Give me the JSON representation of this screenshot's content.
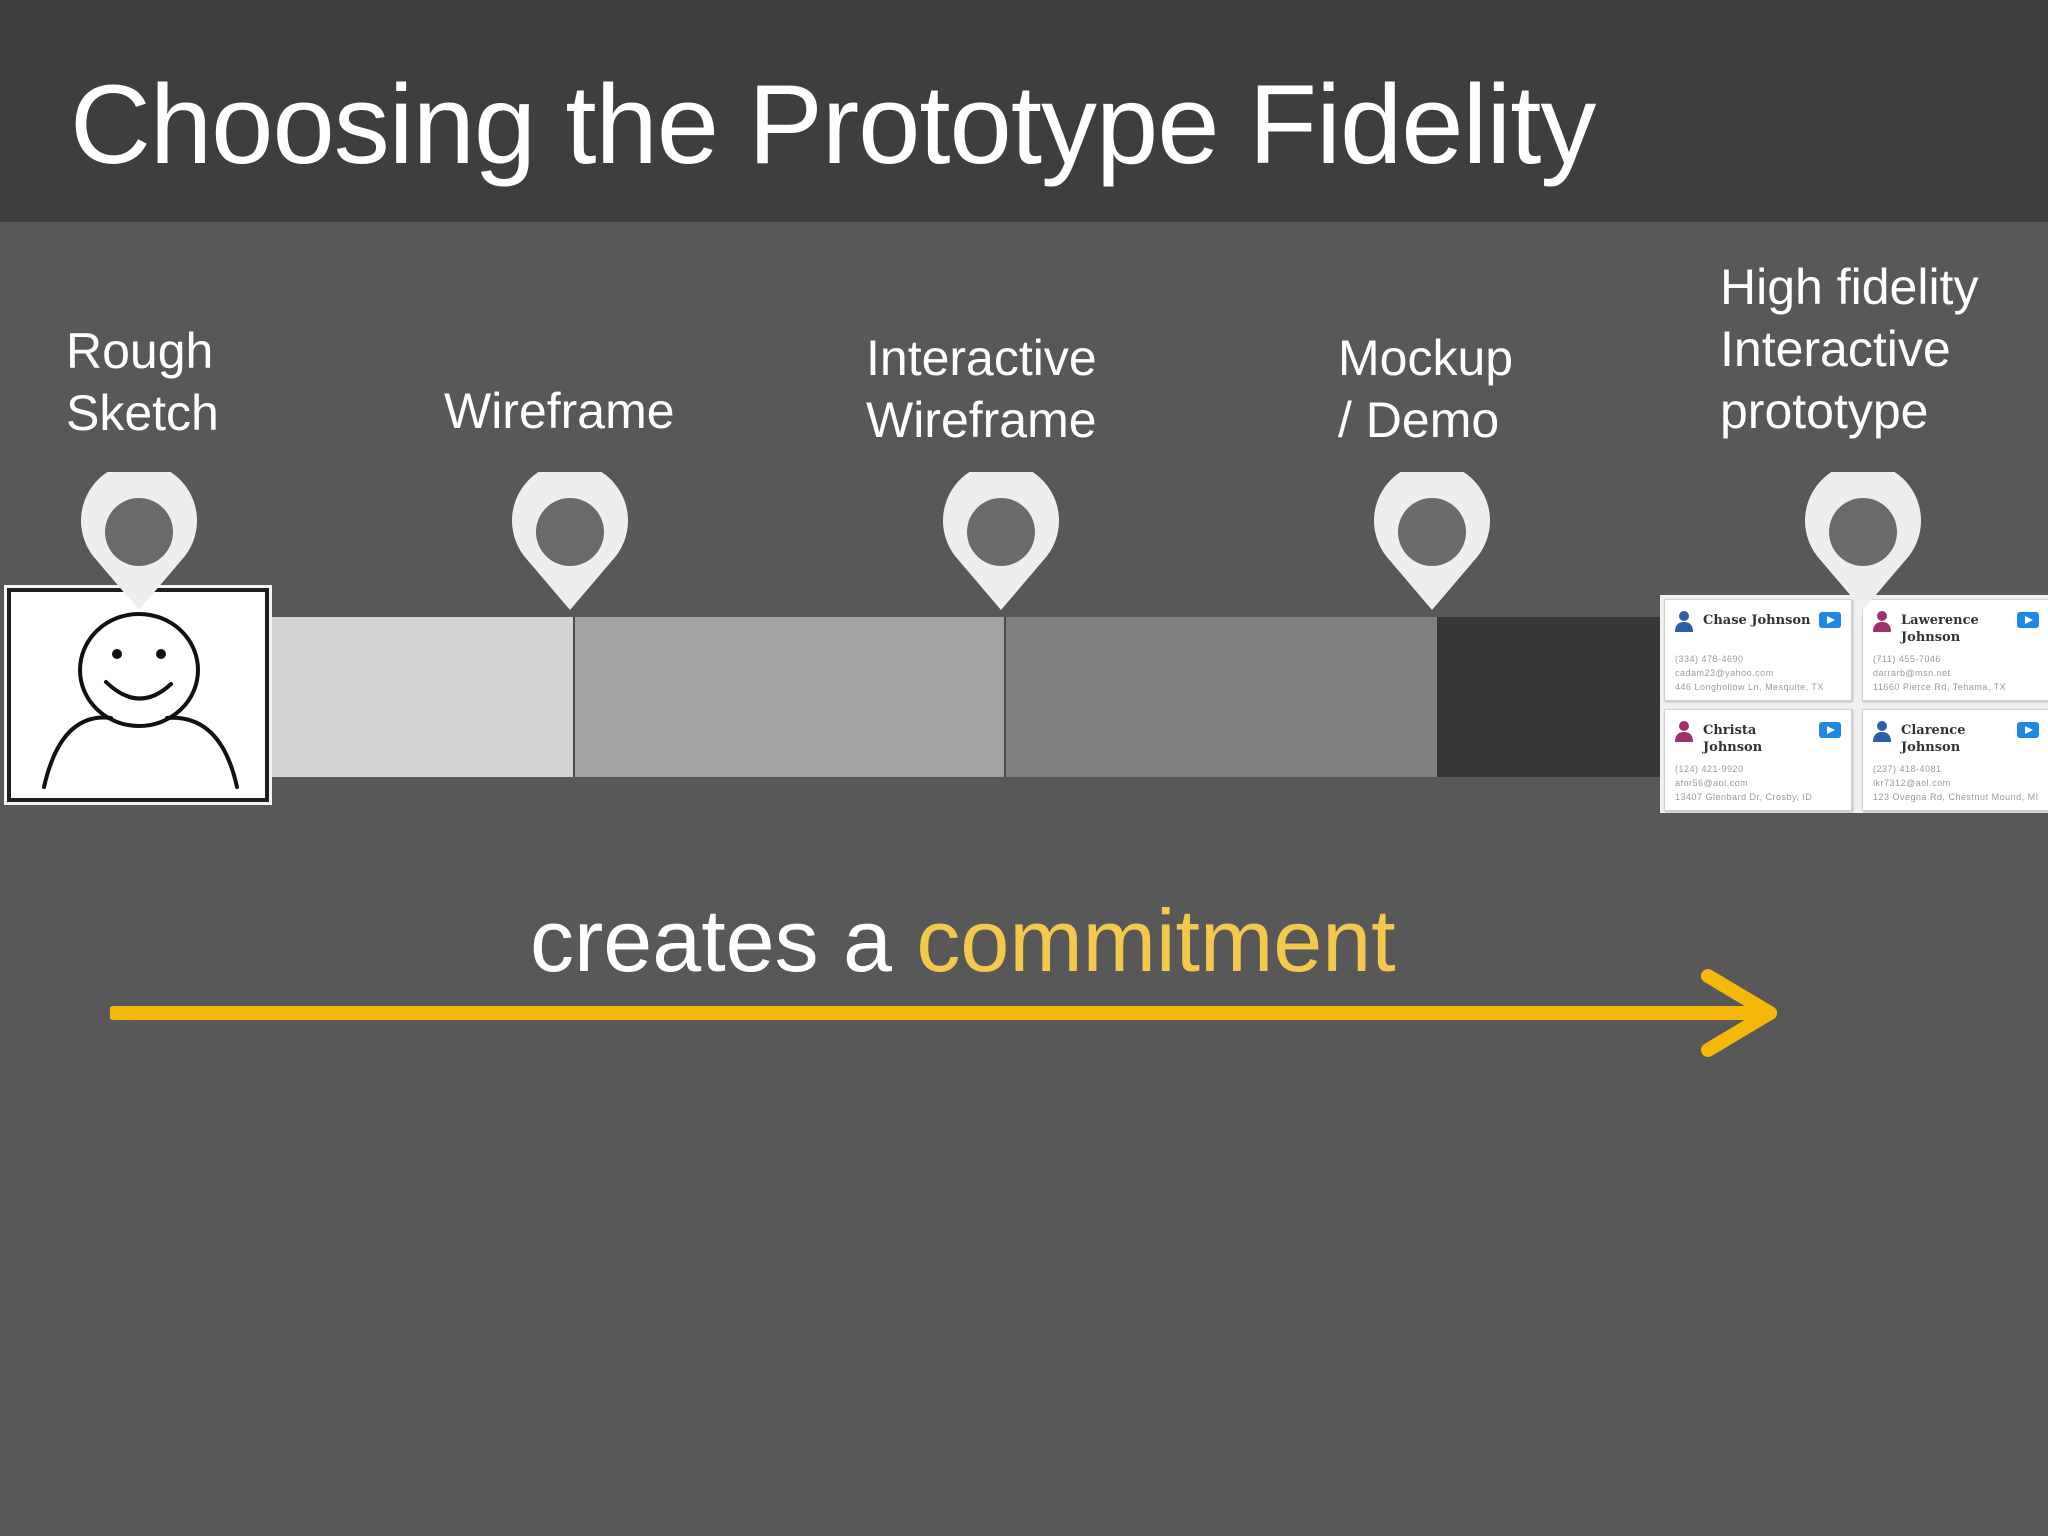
{
  "slide": {
    "title": "Choosing the Prototype Fidelity"
  },
  "stages": [
    {
      "lines": [
        "Rough",
        "Sketch"
      ]
    },
    {
      "lines": [
        "Wireframe"
      ]
    },
    {
      "lines": [
        "Interactive",
        "Wireframe"
      ]
    },
    {
      "lines": [
        "Mockup",
        "/ Demo"
      ]
    },
    {
      "lines": [
        "High fidelity",
        "Interactive",
        "prototype"
      ]
    }
  ],
  "contact_cards": [
    {
      "name": "Chase Johnson",
      "lines": [
        "(334) 478-4690",
        "cadam23@yahoo.com",
        "446 Longhollow Ln, Mesquite, TX"
      ]
    },
    {
      "name": "Lawerence Johnson",
      "lines": [
        "(711) 455-7046",
        "darrarb@msn.net",
        "11660 Pierce Rd, Tehama, TX"
      ]
    },
    {
      "name": "Christa Johnson",
      "lines": [
        "(124) 421-9920",
        "afor56@aol.com",
        "13407 Glenbard Dr, Crosby, ID"
      ]
    },
    {
      "name": "Clarence Johnson",
      "lines": [
        "(237) 418-4081",
        "lkr7312@aol.com",
        "123 Ovegna Rd, Chestnut Mound, MI"
      ]
    }
  ],
  "tagline": {
    "prefix": "creates a ",
    "highlight": "commitment"
  },
  "colors": {
    "background": "#585858",
    "title_bar": "#3e3e3e",
    "accent": "#f5b80a",
    "highlight_text": "#f2c94c",
    "segments": [
      "#d4d4d4",
      "#a3a3a3",
      "#7f7f7f",
      "#373737"
    ],
    "pin_fill": "#eeeeee",
    "pin_hole": "#6a6a6a"
  },
  "icons": [
    "map-pin-icon",
    "smiley-sketch-icon",
    "user-icon",
    "play-icon",
    "arrow-right-icon"
  ]
}
